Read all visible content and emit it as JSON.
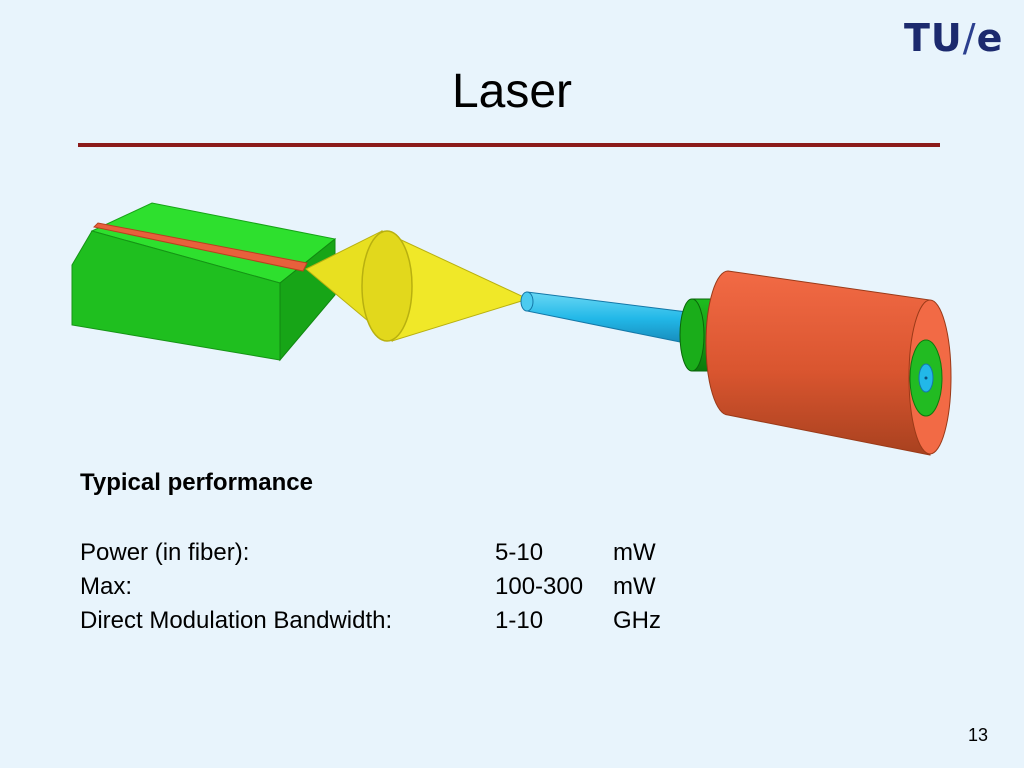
{
  "logo": {
    "left": "TU",
    "slash": "/",
    "right": "e"
  },
  "title": "Laser",
  "performance": {
    "heading": "Typical performance",
    "rows": [
      {
        "label": "Power (in fiber):",
        "value": "5-10",
        "unit": "mW"
      },
      {
        "label": "Max:",
        "value": "100-300",
        "unit": "mW"
      },
      {
        "label": "Direct Modulation Bandwidth:",
        "value": "1-10",
        "unit": "GHz"
      }
    ]
  },
  "page_number": "13",
  "colors": {
    "background": "#e8f4fc",
    "rule": "#8b1a1a",
    "logo": "#1c2a6e",
    "chip": "#22cc22",
    "stripe": "#e8603c",
    "lens": "#e8e020",
    "fiber": "#22b8e8",
    "connector": "#e8603c"
  }
}
